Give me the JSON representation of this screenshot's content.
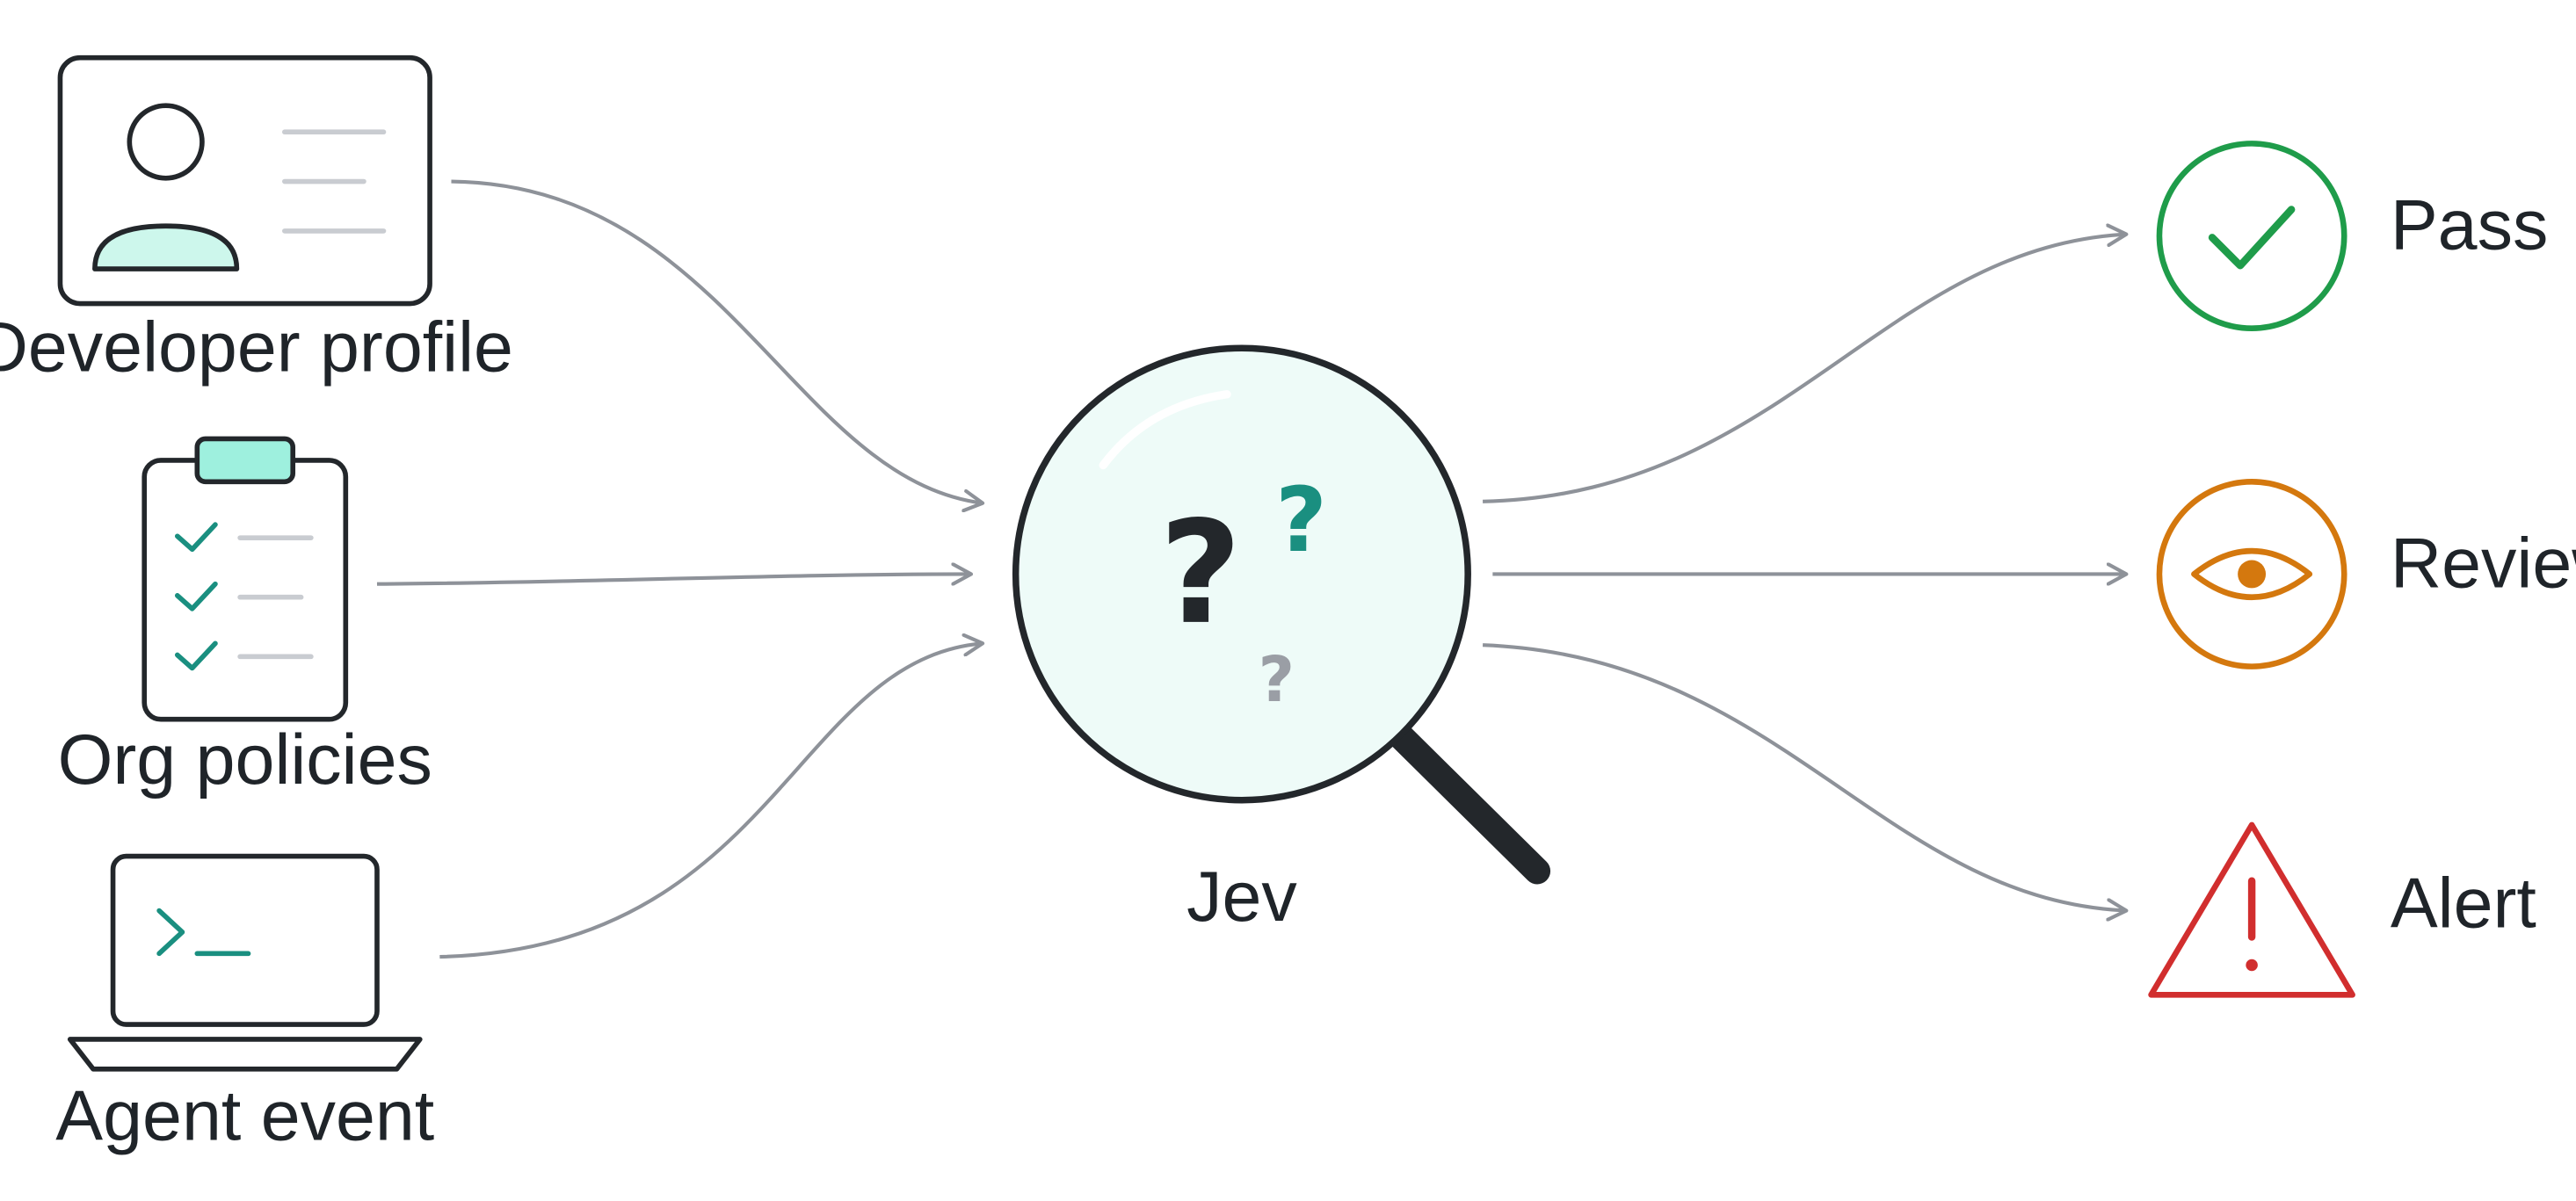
{
  "colors": {
    "stroke_dark": "#23272b",
    "teal": "#1a8f80",
    "mint_fill": "#cdf7ec",
    "lens_fill": "#eefbf8",
    "connector_gray": "#8e9299",
    "line_gray": "#c9ccd1",
    "pass_green": "#1f9c4a",
    "review_orange": "#d4780e",
    "alert_red": "#d12e2e"
  },
  "inputs": [
    {
      "id": "developer-profile",
      "label": "Developer profile",
      "icon": "id-card-icon"
    },
    {
      "id": "org-policies",
      "label": "Org policies",
      "icon": "clipboard-checklist-icon"
    },
    {
      "id": "agent-event",
      "label": "Agent event",
      "icon": "laptop-terminal-icon"
    }
  ],
  "center": {
    "label": "Jev",
    "icon": "magnifying-glass-icon",
    "marks": [
      "?",
      "?",
      "?"
    ]
  },
  "outputs": [
    {
      "id": "pass",
      "label": "Pass",
      "icon": "check-circle-icon"
    },
    {
      "id": "review",
      "label": "Review",
      "icon": "eye-circle-icon"
    },
    {
      "id": "alert",
      "label": "Alert",
      "icon": "warning-triangle-icon"
    }
  ]
}
